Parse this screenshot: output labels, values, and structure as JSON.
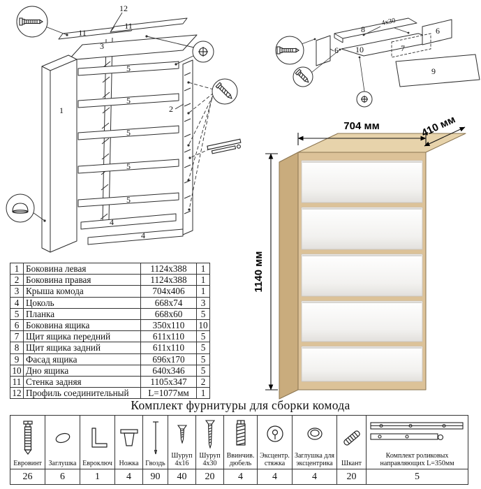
{
  "dimensions": {
    "width": "704 мм",
    "depth": "410 мм",
    "height": "1140 мм"
  },
  "frame_diagram": {
    "labels": {
      "p12": "12",
      "p11a": "11",
      "p11b": "11",
      "p3": "3",
      "p1": "1",
      "p2": "2",
      "p5a": "5",
      "p5b": "5",
      "p5c": "5",
      "p5d": "5",
      "p5e": "5",
      "p4a": "4",
      "p4b": "4"
    }
  },
  "drawer_diagram": {
    "labels": {
      "p8": "8",
      "p6a": "6",
      "p6b": "6",
      "p10": "10",
      "p7": "7",
      "p9": "9"
    },
    "screw_note": "4x30"
  },
  "colors": {
    "wood_top": "#e7d3ab",
    "wood_side": "#c9ac7d",
    "wood_front": "#dcc298",
    "drawer_front": "#f4f3f1"
  },
  "parts_table": {
    "rows": [
      {
        "num": "1",
        "name": "Боковина левая",
        "size": "1124x388",
        "qty": "1"
      },
      {
        "num": "2",
        "name": "Боковина правая",
        "size": "1124x388",
        "qty": "1"
      },
      {
        "num": "3",
        "name": "Крыша комода",
        "size": "704x406",
        "qty": "1"
      },
      {
        "num": "4",
        "name": "Цоколь",
        "size": "668x74",
        "qty": "3"
      },
      {
        "num": "5",
        "name": "Планка",
        "size": "668x60",
        "qty": "5"
      },
      {
        "num": "6",
        "name": "Боковина ящика",
        "size": "350x110",
        "qty": "10"
      },
      {
        "num": "7",
        "name": "Щит ящика передний",
        "size": "611x110",
        "qty": "5"
      },
      {
        "num": "8",
        "name": "Щит ящика задний",
        "size": "611x110",
        "qty": "5"
      },
      {
        "num": "9",
        "name": "Фасад ящика",
        "size": "696x170",
        "qty": "5"
      },
      {
        "num": "10",
        "name": "Дно ящика",
        "size": "640x346",
        "qty": "5"
      },
      {
        "num": "11",
        "name": "Стенка задняя",
        "size": "1105x347",
        "qty": "2"
      },
      {
        "num": "12",
        "name": "Профиль соединительный",
        "size": "L=1077мм",
        "qty": "1"
      }
    ]
  },
  "hardware": {
    "title": "Комплект фурнитуры для сборки комода",
    "items": [
      {
        "label": "Евровинт",
        "qty": "26",
        "icon": "euroscrew-icon"
      },
      {
        "label": "Заглушка",
        "qty": "6",
        "icon": "plug-icon"
      },
      {
        "label": "Евроключ",
        "qty": "1",
        "icon": "hex-key-icon"
      },
      {
        "label": "Ножка",
        "qty": "4",
        "icon": "foot-icon"
      },
      {
        "label": "Гвоздь",
        "qty": "90",
        "icon": "nail-icon"
      },
      {
        "label": "Шуруп 4х16",
        "qty": "40",
        "icon": "screw-4x16-icon"
      },
      {
        "label": "Шуруп 4х30",
        "qty": "20",
        "icon": "screw-4x30-icon"
      },
      {
        "label": "Ввинчив. дюбель",
        "qty": "4",
        "icon": "dowel-screw-icon"
      },
      {
        "label": "Эксцентр. стяжка",
        "qty": "4",
        "icon": "cam-lock-icon"
      },
      {
        "label": "Заглушка для эксцентрика",
        "qty": "4",
        "icon": "cam-cap-icon"
      },
      {
        "label": "Шкант",
        "qty": "20",
        "icon": "wood-dowel-icon"
      },
      {
        "label": "Комплект роликовых направляющих L=350мм",
        "qty": "5",
        "icon": "drawer-slide-icon"
      }
    ]
  }
}
